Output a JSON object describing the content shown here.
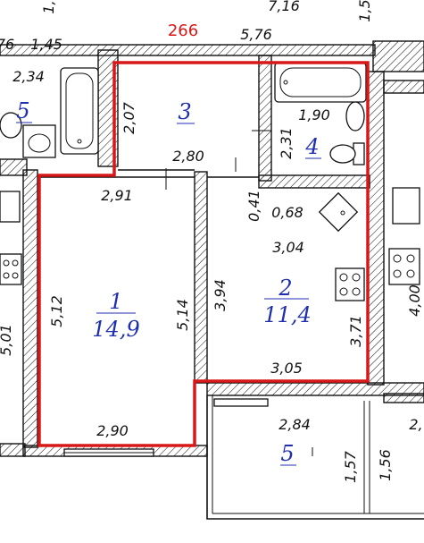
{
  "plan": {
    "top_marker": "266",
    "cut_labels": {
      "top_left_a": "1,",
      "top_right_a": "7,16",
      "top_right_b": "1,5",
      "left_a": "76",
      "left_c": "5,01",
      "right_a": "4,00",
      "right_b": "2,"
    },
    "rooms": [
      {
        "number": "1",
        "area": "14,9"
      },
      {
        "number": "2",
        "area": "11,4"
      },
      {
        "number": "3",
        "area": ""
      },
      {
        "number": "4",
        "area": ""
      },
      {
        "number": "5",
        "area": ""
      },
      {
        "number": "5",
        "area": ""
      }
    ],
    "dimensions": {
      "d_1_45": "1,45",
      "d_5_76": "5,76",
      "d_2_34": "2,34",
      "d_2_07": "2,07",
      "d_1_90": "1,90",
      "d_2_31": "2,31",
      "d_2_80": "2,80",
      "d_2_91": "2,91",
      "d_0_41": "0,41",
      "d_0_68": "0,68",
      "d_3_04": "3,04",
      "d_5_12": "5,12",
      "d_5_14": "5,14",
      "d_3_94": "3,94",
      "d_3_71": "3,71",
      "d_3_05": "3,05",
      "d_2_84": "2,84",
      "d_2_90": "2,90",
      "d_1_57": "1,57",
      "d_1_56": "1,56"
    },
    "colors": {
      "outline": "#d81818",
      "label_blue": "#1f2fb0",
      "ink": "#111111"
    }
  }
}
